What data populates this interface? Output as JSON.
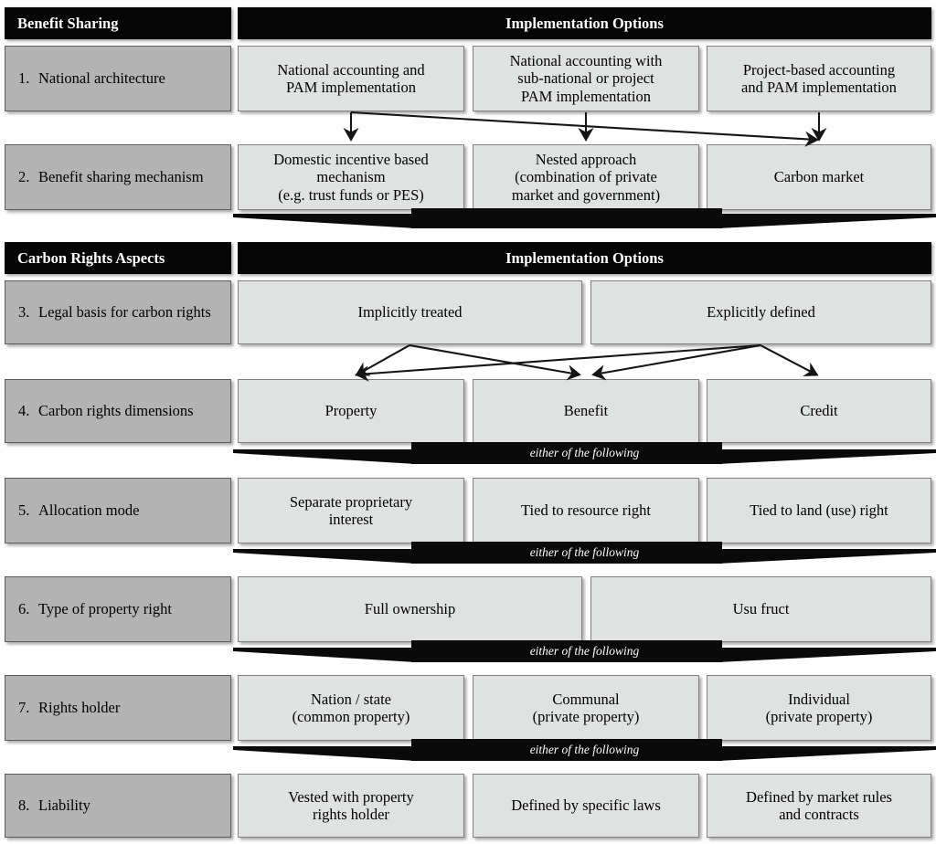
{
  "sections": [
    {
      "id": "benefit-sharing",
      "left_header": "Benefit Sharing",
      "right_header": "Implementation Options",
      "rows": [
        {
          "number": "1.",
          "aspect": "National architecture",
          "options": [
            "National accounting and PAM implementation",
            "National accounting with sub-national or project PAM implementation",
            "Project-based accounting and PAM implementation"
          ]
        },
        {
          "number": "2.",
          "aspect": "Benefit sharing mechanism",
          "options": [
            "Domestic incentive based mechanism (e.g. trust funds or PES)",
            "Nested approach (combination of private market and government)",
            "Carbon market"
          ]
        }
      ]
    },
    {
      "id": "carbon-rights-aspects",
      "left_header": "Carbon Rights Aspects",
      "right_header": "Implementation Options",
      "rows": [
        {
          "number": "3.",
          "aspect": "Legal basis for carbon rights",
          "options": [
            "Implicitly treated",
            "Explicitly defined"
          ]
        },
        {
          "number": "4.",
          "aspect": "Carbon rights dimensions",
          "options": [
            "Property",
            "Benefit",
            "Credit"
          ]
        },
        {
          "number": "5.",
          "aspect": "Allocation mode",
          "options": [
            "Separate proprietary interest",
            "Tied to resource right",
            "Tied to land (use) right"
          ]
        },
        {
          "number": "6.",
          "aspect": "Type of property right",
          "options": [
            "Full ownership",
            "Usu fruct"
          ]
        },
        {
          "number": "7.",
          "aspect": "Rights holder",
          "options": [
            "Nation / state (common property)",
            "Communal (private property)",
            "Individual (private property)"
          ]
        },
        {
          "number": "8.",
          "aspect": "Liability",
          "options": [
            "Vested with property rights holder",
            "Defined by specific laws",
            "Defined by market rules and contracts"
          ]
        }
      ]
    }
  ],
  "separators": [
    {
      "id": "sep-after-row2",
      "label": ""
    },
    {
      "id": "sep-after-row4",
      "label": "either of the following"
    },
    {
      "id": "sep-after-row5",
      "label": "either of the following"
    },
    {
      "id": "sep-after-row6",
      "label": "either of the following"
    },
    {
      "id": "sep-after-row7",
      "label": "either of the following"
    }
  ],
  "option_text_lines": {
    "r1c1": [
      "National accounting and",
      "PAM implementation"
    ],
    "r1c2": [
      "National accounting with",
      "sub-national or project",
      "PAM implementation"
    ],
    "r1c3": [
      "Project-based accounting",
      "and PAM implementation"
    ],
    "r2c1": [
      "Domestic incentive based",
      "mechanism",
      "(e.g. trust funds or PES)"
    ],
    "r2c2": [
      "Nested approach",
      "(combination of private",
      "market and government)"
    ],
    "r2c3": [
      "Carbon market"
    ],
    "r3c1": [
      "Implicitly treated"
    ],
    "r3c2": [
      "Explicitly defined"
    ],
    "r4c1": [
      "Property"
    ],
    "r4c2": [
      "Benefit"
    ],
    "r4c3": [
      "Credit"
    ],
    "r5c1": [
      "Separate proprietary",
      "interest"
    ],
    "r5c2": [
      "Tied to resource right"
    ],
    "r5c3": [
      "Tied to land (use) right"
    ],
    "r6c1": [
      "Full ownership"
    ],
    "r6c2": [
      "Usu fruct"
    ],
    "r7c1": [
      "Nation / state",
      "(common property)"
    ],
    "r7c2": [
      "Communal",
      "(private property)"
    ],
    "r7c3": [
      "Individual",
      "(private property)"
    ],
    "r8c1": [
      "Vested with property",
      "rights holder"
    ],
    "r8c2": [
      "Defined by specific laws"
    ],
    "r8c3": [
      "Defined by market rules",
      "and contracts"
    ]
  },
  "colors": {
    "header_bar": "#050505",
    "header_text": "#ffffff",
    "aspect_fill": "#b3b3b3",
    "aspect_border": "#5d5d5d",
    "option_fill": "#e0e1e1",
    "option_border": "#818181",
    "arrow": "#151515",
    "page_background": "#ffffff"
  }
}
